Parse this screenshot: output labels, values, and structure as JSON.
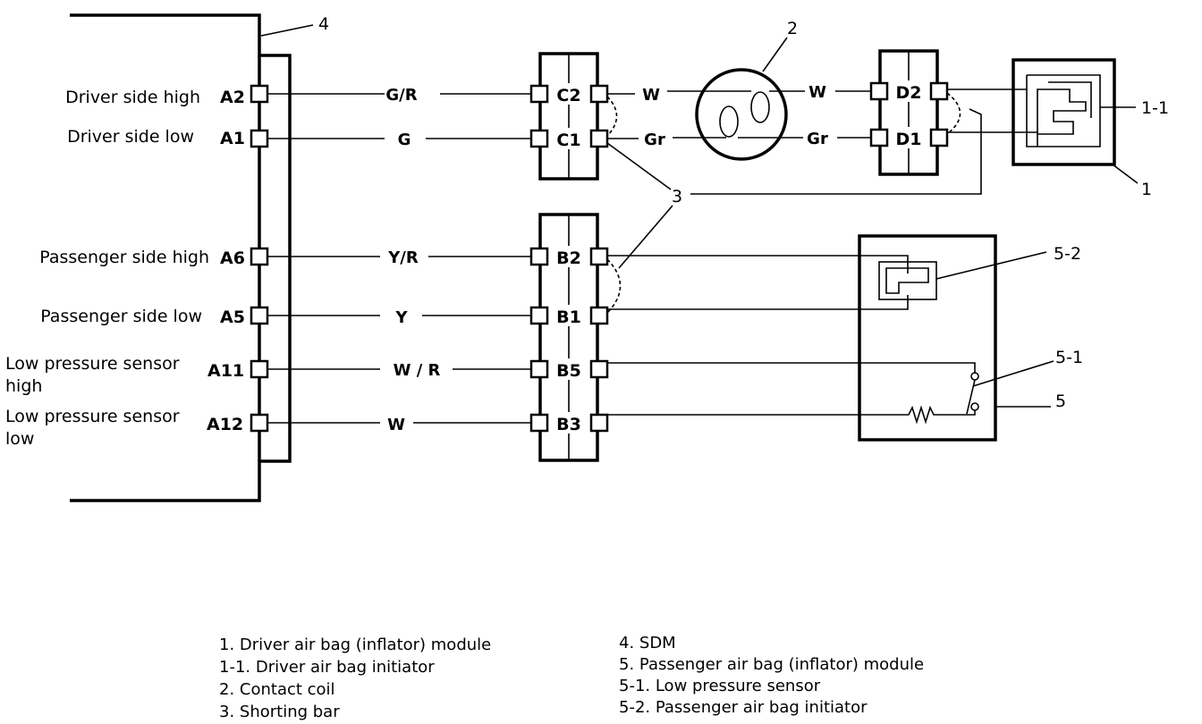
{
  "sdm": {
    "callout": "4",
    "terminals": [
      {
        "pin": "A2",
        "label": [
          "Driver side high"
        ],
        "wire": "G/R"
      },
      {
        "pin": "A1",
        "label": [
          "Driver side low"
        ],
        "wire": "G"
      },
      {
        "pin": "A6",
        "label": [
          "Passenger side high"
        ],
        "wire": "Y/R"
      },
      {
        "pin": "A5",
        "label": [
          "Passenger side low"
        ],
        "wire": "Y"
      },
      {
        "pin": "A11",
        "label": [
          "Low pressure sensor",
          "high"
        ],
        "wire": "W / R"
      },
      {
        "pin": "A12",
        "label": [
          "Low pressure sensor",
          "low"
        ],
        "wire": "W"
      }
    ]
  },
  "connector_c": {
    "pins": [
      "C2",
      "C1"
    ]
  },
  "connector_b": {
    "pins": [
      "B2",
      "B1",
      "B5",
      "B3"
    ]
  },
  "connector_d": {
    "pins": [
      "D2",
      "D1"
    ]
  },
  "contact_coil": {
    "callout": "2",
    "wire_in_top": "W",
    "wire_in_bottom": "Gr",
    "wire_out_top": "W",
    "wire_out_bottom": "Gr"
  },
  "shorting_bar": {
    "callout": "3"
  },
  "driver_module": {
    "callout": "1",
    "initiator_callout": "1-1"
  },
  "passenger_module": {
    "callout": "5",
    "initiator_callout": "5-2",
    "sensor_callout": "5-1"
  },
  "legend": {
    "left": [
      "1. Driver air bag (inflator) module",
      "1-1. Driver air bag initiator",
      "2. Contact coil",
      "3. Shorting bar"
    ],
    "right": [
      "4. SDM",
      "5. Passenger air bag (inflator) module",
      "5-1. Low pressure sensor",
      "5-2. Passenger air bag initiator"
    ]
  }
}
